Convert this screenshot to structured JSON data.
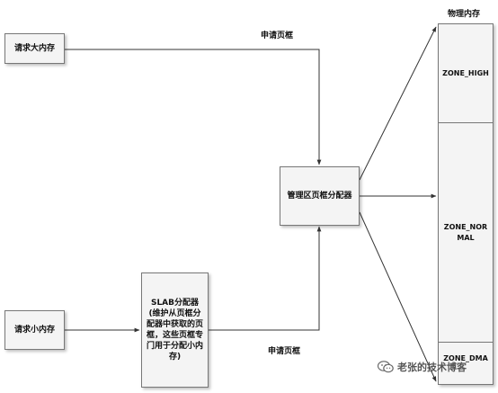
{
  "nodes": {
    "request_large": "请求大内存",
    "request_small": "请求小内存",
    "manager": "管理区页框分配器",
    "slab": "SLAB分配器\n(维护从页框分配器中获取的页框，这些页框专门用于分配小内存)"
  },
  "edge_labels": {
    "top": "申请页框",
    "bottom": "申请页框"
  },
  "memory": {
    "title": "物理内存",
    "zones": [
      "ZONE_HIGH",
      "ZONE_NORMAL",
      "ZONE_DMA"
    ]
  },
  "watermark": {
    "text": "老张的技术博客",
    "icon": "wechat-icon"
  }
}
